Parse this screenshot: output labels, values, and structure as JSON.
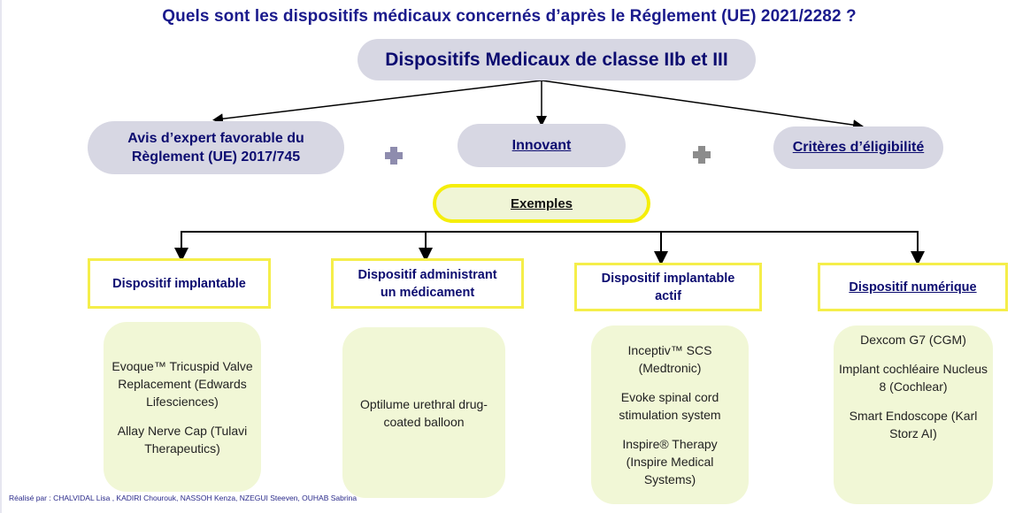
{
  "title": "Quels sont les dispositifs médicaux concernés  d’après le Réglement (UE) 2021/2282 ?",
  "root": "Dispositifs Medicaux de classe IIb et III",
  "criteria": [
    {
      "label_line1": "Avis d’expert favorable du",
      "label_line2": "Règlement (UE) 2017/745"
    },
    {
      "label": "Innovant"
    },
    {
      "label": "Critères d’éligibilité"
    }
  ],
  "operators": [
    {
      "icon": "plus-icon",
      "color": "#8e8cae"
    },
    {
      "icon": "plus-icon",
      "color": "#8c8c8c"
    }
  ],
  "examples_label": "Exemples",
  "categories": [
    {
      "label_line1": "Dispositif implantable",
      "label_line2": "",
      "examples": [
        "Evoque™ Tricuspid Valve Replacement (Edwards Lifesciences)",
        "Allay Nerve Cap (Tulavi Therapeutics)"
      ]
    },
    {
      "label_line1": "Dispositif administrant",
      "label_line2": "un médicament",
      "examples": [
        "Optilume urethral drug-coated balloon"
      ]
    },
    {
      "label_line1": "Dispositif implantable",
      "label_line2": "actif",
      "examples": [
        "Inceptiv™ SCS (Medtronic)",
        "Evoke spinal cord stimulation system",
        "Inspire® Therapy (Inspire Medical Systems)"
      ]
    },
    {
      "label_line1": "Dispositif numérique",
      "label_line2": "",
      "examples": [
        "Dexcom G7 (CGM)",
        "Implant cochléaire Nucleus 8 (Cochlear)",
        "Smart Endoscope (Karl Storz AI)"
      ]
    }
  ],
  "footer": "Réalisé par : CHALVIDAL Lisa , KADIRI Chourouk, NASSOH Kenza, NZEGUI Steeven, OUHAB Sabrina",
  "colors": {
    "title": "#1a1a8c",
    "pill": "#d7d7e3",
    "highlight": "#f5ee0a",
    "example_bg": "#f1f7d6"
  }
}
